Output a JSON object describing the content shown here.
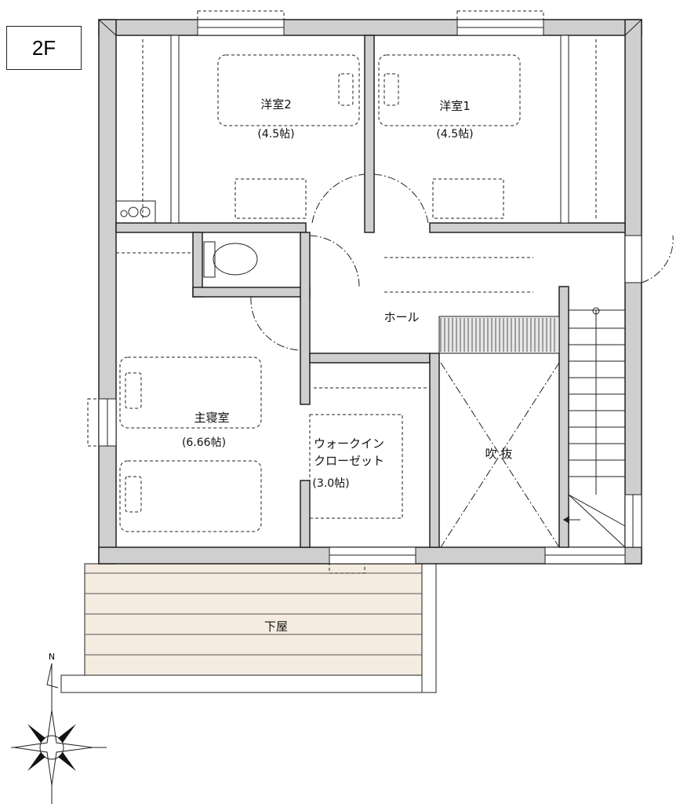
{
  "floor_label": "2F",
  "rooms": {
    "western_room_2": {
      "name": "洋室2",
      "size": "(4.5帖)"
    },
    "western_room_1": {
      "name": "洋室1",
      "size": "(4.5帖)"
    },
    "hall": {
      "name": "ホール"
    },
    "master_bedroom": {
      "name": "主寝室",
      "size": "(6.66帖)"
    },
    "walk_in_closet": {
      "name_line1": "ウォークイン",
      "name_line2": "クローゼット",
      "size": "(3.0帖)"
    },
    "void": {
      "name": "吹 抜"
    },
    "lower_roof": {
      "name": "下屋"
    }
  },
  "compass": {
    "north_label": "N"
  },
  "colors": {
    "wall": "#cfcfcf",
    "lower_roof": "#f5ebe0"
  }
}
